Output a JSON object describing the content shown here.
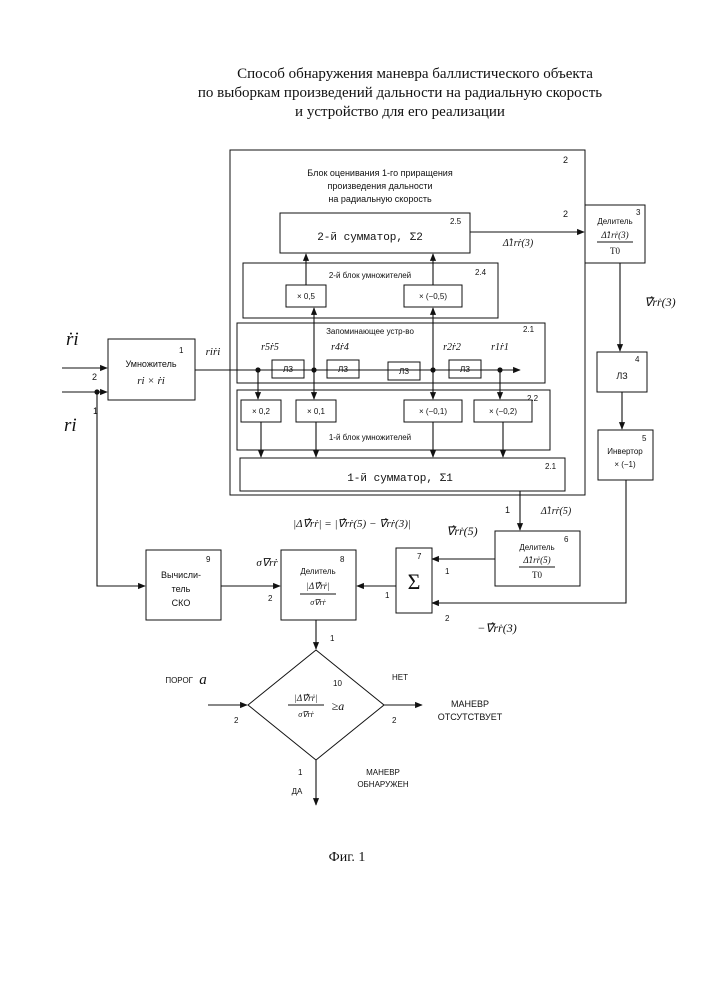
{
  "title": {
    "line1": "Способ обнаружения маневра баллистического объекта",
    "line2": "по выборкам произведений дальности на радиальную скорость",
    "line3": "и устройство для его реализации"
  },
  "inputs": {
    "rdot": "ṙi",
    "r": "ri",
    "pin2": "2",
    "pin1": "1"
  },
  "block1": {
    "num": "1",
    "label": "Умножитель",
    "formula": "ri × ṙi"
  },
  "product_label": "riṙi",
  "block2": {
    "num": "2",
    "caption_line1": "Блок оценивания 1-го приращения",
    "caption_line2": "произведения дальности",
    "caption_line3": "на радиальную скорость",
    "out_pin": "2",
    "out_label": "Δ̂1rṙ(3)"
  },
  "sub25": {
    "num": "2.5",
    "label": "2-й сумматор, Σ2"
  },
  "sub24": {
    "num": "2.4",
    "label": "2-й блок умножителей",
    "mul_a": "× 0,5",
    "mul_b": "× (−0,5)"
  },
  "sub21a": {
    "num": "2.1",
    "label": "Запоминающее устр-во",
    "taps": [
      "r5ṙ5",
      "r4ṙ4",
      "r2ṙ2",
      "r1ṙ1"
    ],
    "delay": "ЛЗ"
  },
  "sub22": {
    "num": "2.2",
    "label": "1-й блок умножителей",
    "muls": [
      "× 0,2",
      "× 0,1",
      "× (−0,1)",
      "× (−0,2)"
    ]
  },
  "sub21b": {
    "num": "2.1",
    "label": "1-й сумматор, Σ1"
  },
  "block3": {
    "num": "3",
    "label": "Делитель",
    "frac_top": "Δ̂1rṙ(3)",
    "frac_bot": "T0",
    "out_label": "∇̂rṙ(3)"
  },
  "block4": {
    "num": "4",
    "label": "ЛЗ"
  },
  "block5": {
    "num": "5",
    "label": "Инвертор",
    "formula": "× (−1)",
    "out_label": "−∇̂rṙ(3)"
  },
  "block6": {
    "num": "6",
    "label": "Делитель",
    "frac_top": "Δ̂1rṙ(5)",
    "frac_bot": "T0",
    "in_label": "Δ̂1rṙ(5)",
    "in_pin": "1",
    "out_label": "∇̂rṙ(5)"
  },
  "block7": {
    "num": "7",
    "symbol": "Σ",
    "pin1": "1",
    "pin2": "2",
    "pin_out": "1"
  },
  "block8": {
    "num": "8",
    "label": "Делитель",
    "frac_top": "|Δ∇̂rṙ|",
    "frac_bot": "σ∇rṙ",
    "pin2": "2",
    "pin_out": "1"
  },
  "block9": {
    "num": "9",
    "line1": "Вычисли-",
    "line2": "тель",
    "line3": "СКО",
    "out_label": "σ∇rṙ"
  },
  "delta_formula": "|Δ∇̂rṙ| = |∇̂rṙ(5) − ∇̂rṙ(3)|",
  "block10": {
    "num": "10",
    "frac_top": "|Δ∇̂rṙ|",
    "frac_bot": "σ∇rṙ",
    "cmp": "≥a",
    "threshold_label": "ПОРОГ",
    "threshold_symbol": "a",
    "pin2_left": "2",
    "pin2_right": "2",
    "pin1_bottom": "1",
    "no": "НЕТ",
    "no_result_line1": "МАНЕВР",
    "no_result_line2": "ОТСУТСТВУЕТ",
    "yes": "ДА",
    "yes_result_line1": "МАНЕВР",
    "yes_result_line2": "ОБНАРУЖЕН"
  },
  "figure_caption": "Фиг. 1"
}
